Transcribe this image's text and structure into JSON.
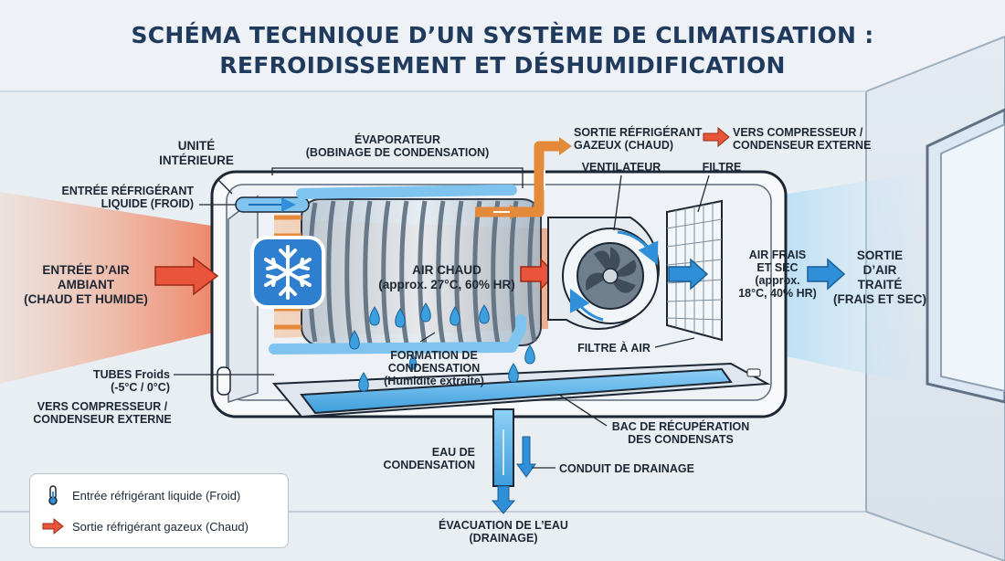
{
  "title": {
    "line1": "SCHÉMA TECHNIQUE D’UN SYSTÈME DE CLIMATISATION :",
    "line2": "REFROIDISSEMENT ET DÉSHUMIDIFICATION"
  },
  "labels": {
    "unite_interieure": [
      "UNITÉ",
      "INTÉRIEURE"
    ],
    "entree_refrigerant": [
      "ENTRÉE RÉFRIGÉRANT",
      "LIQUIDE (FROID)"
    ],
    "entree_air": [
      "ENTRÉE D’AIR",
      "AMBIANT",
      "(CHAUD ET HUMIDE)"
    ],
    "tubes_froids": [
      "TUBES Froids",
      "(-5°C / 0°C)"
    ],
    "vers_compresseur_left": [
      "VERS COMPRESSEUR /",
      "CONDENSEUR EXTERNE"
    ],
    "evaporateur": [
      "ÉVAPORATEUR",
      "(BOBINAGE DE CONDENSATION)"
    ],
    "sortie_refrigerant": [
      "SORTIE RÉFRIGÉRANT",
      "GAZEUX (CHAUD)"
    ],
    "vers_compresseur_right": [
      "VERS COMPRESSEUR /",
      "CONDENSEUR EXTERNE"
    ],
    "ventilateur": "VENTILATEUR",
    "filtre": "FILTRE",
    "air_chaud": [
      "AIR CHAUD",
      "(approx. 27°C, 60% HR)"
    ],
    "formation_condensation": [
      "FORMATION DE",
      "CONDENSATION",
      "(Humidité extraite)"
    ],
    "filtre_a_air": "FILTRE À AIR",
    "air_frais": [
      "AIR FRAIS",
      "ET SEC",
      "(approx.",
      "18°C, 40% HR)"
    ],
    "sortie_air": [
      "SORTIE",
      "D’AIR",
      "TRAITÉ",
      "(FRAIS ET SEC)"
    ],
    "bac": [
      "BAC DE RÉCUPÉRATION",
      "DES CONDENSATS"
    ],
    "eau_condensation": [
      "EAU DE",
      "CONDENSATION"
    ],
    "conduit_drainage": "CONDUIT DE DRAINAGE",
    "evacuation": [
      "ÉVACUATION DE L’EAU",
      "(DRAINAGE)"
    ]
  },
  "legend": {
    "items": [
      {
        "label": "Entrée réfrigérant liquide (Froid)",
        "icon": "thermometer-icon"
      },
      {
        "label": "Sortie réfrigérant gazeux (Chaud)",
        "icon": "red-arrow-icon"
      }
    ]
  },
  "colors": {
    "title": "#1f3a5c",
    "warm": "#e8553a",
    "cold": "#2f8fd8",
    "copper": "#e58a3a",
    "water": "#3aa0e0",
    "frame": "#1d2733"
  },
  "icons": [
    "snowflake-icon",
    "fan-icon",
    "thermometer-icon",
    "red-arrow-icon",
    "water-drop-icon"
  ]
}
